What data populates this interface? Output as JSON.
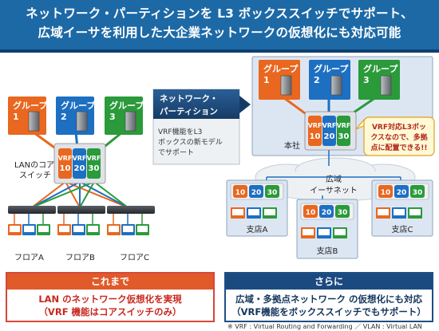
{
  "header": {
    "line1": "ネットワーク・パーティションを L3 ボックススイッチでサポート、",
    "line2": "広域イーサを利用した大企業ネットワークの仮想化にも対応可能"
  },
  "left": {
    "groups": [
      {
        "label1": "グループ",
        "label2": "1",
        "color": "#e9671f"
      },
      {
        "label1": "グループ",
        "label2": "2",
        "color": "#1d6fc2"
      },
      {
        "label1": "グループ",
        "label2": "3",
        "color": "#2a9a3a"
      }
    ],
    "core_label1": "LANのコア",
    "core_label2": "スイッチ",
    "vrf": [
      {
        "top": "VRF",
        "num": "10",
        "color": "#e9671f"
      },
      {
        "top": "VRF",
        "num": "20",
        "color": "#1d6fc2"
      },
      {
        "top": "VRF",
        "num": "30",
        "color": "#2a9a3a"
      }
    ],
    "floors": [
      "フロアA",
      "フロアB",
      "フロアC"
    ]
  },
  "callout": {
    "title1": "ネットワーク・",
    "title2": "パーティション",
    "body1": "VRF機能をL3",
    "body2": "ボックスの新モデル",
    "body3": "でサポート"
  },
  "right": {
    "groups": [
      {
        "label1": "グループ",
        "label2": "1",
        "color": "#e9671f"
      },
      {
        "label1": "グループ",
        "label2": "2",
        "color": "#1d6fc2"
      },
      {
        "label1": "グループ",
        "label2": "3",
        "color": "#2a9a3a"
      }
    ],
    "hq_label": "本社",
    "vrf": [
      {
        "top": "VRF",
        "num": "10",
        "color": "#e9671f"
      },
      {
        "top": "VRF",
        "num": "20",
        "color": "#1d6fc2"
      },
      {
        "top": "VRF",
        "num": "30",
        "color": "#2a9a3a"
      }
    ],
    "bubble1": "VRF対応L3ボッ",
    "bubble2": "クスなので、多拠",
    "bubble3": "点に配置できる!!",
    "wan1": "広域",
    "wan2": "イーサネット",
    "branch_nums": [
      "10",
      "20",
      "30"
    ],
    "branches": [
      "支店A",
      "支店B",
      "支店C"
    ]
  },
  "footer_left": {
    "title": "これまで",
    "line1": "LAN のネットワーク仮想化を実現",
    "line2": "（VRF 機能はコアスイッチのみ）"
  },
  "footer_right": {
    "title": "さらに",
    "line1": "広域・多拠点ネットワーク の仮想化にも対応",
    "line2": "（VRF機能をボックススイッチでもサポート）"
  },
  "note": "※ VRF : Virtual Routing and Forwarding ／ VLAN : Virtual LAN",
  "colors": {
    "header_bg": "#1d69a6",
    "orange": "#e9671f",
    "blue": "#1d6fc2",
    "green": "#2a9a3a",
    "navy": "#1b4a80"
  }
}
